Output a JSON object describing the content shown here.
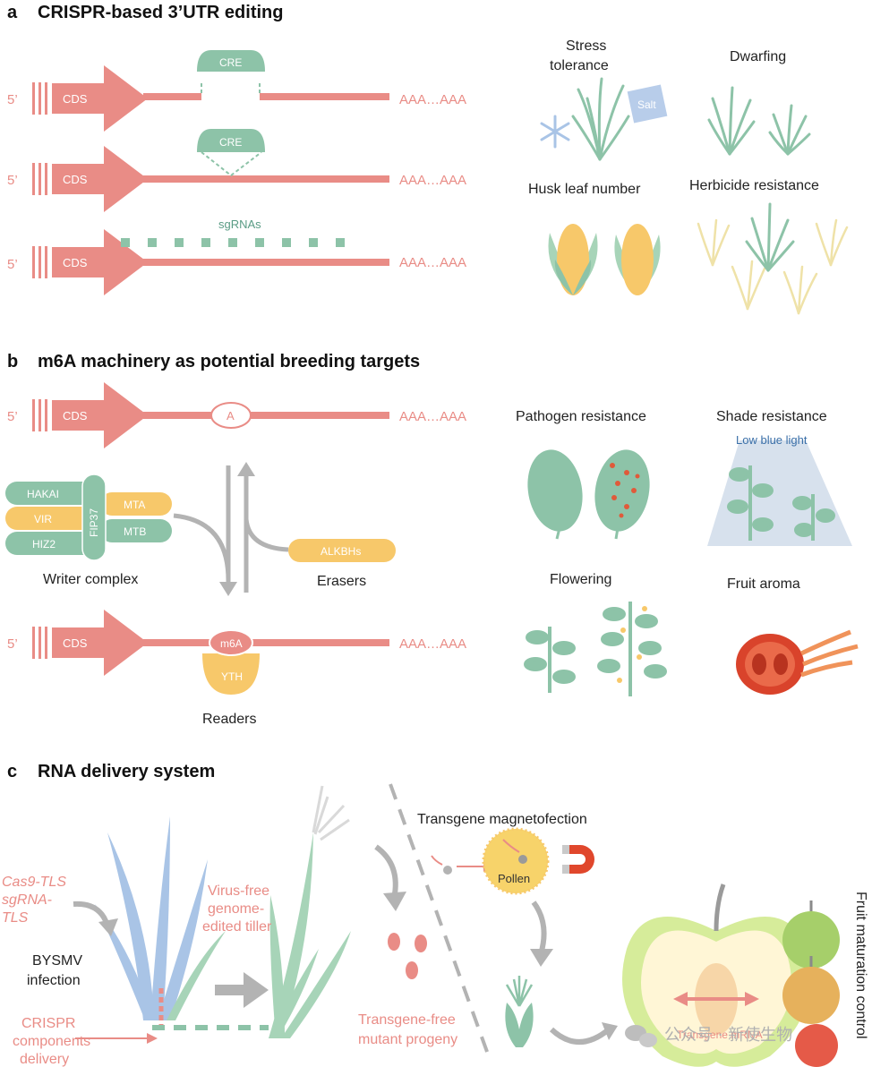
{
  "panels": {
    "a": {
      "letter": "a",
      "title": "CRISPR-based 3’UTR editing"
    },
    "b": {
      "letter": "b",
      "title": "m6A machinery as potential breeding targets"
    },
    "c": {
      "letter": "c",
      "title": "RNA delivery system"
    }
  },
  "mrna": {
    "five_prime": "5’",
    "cds": "CDS",
    "polya": "AAA…AAA"
  },
  "panel_a": {
    "cre_label": "CRE",
    "sgrna_label": "sgRNAs",
    "traits": {
      "stress_tolerance_1": "Stress",
      "stress_tolerance_2": "tolerance",
      "dwarfing": "Dwarfing",
      "husk_leaf_number": "Husk leaf number",
      "herbicide_resistance": "Herbicide resistance",
      "salt": "Salt"
    }
  },
  "panel_b": {
    "a_site": "A",
    "m6a_site": "m6A",
    "writers": [
      "HAKAI",
      "VIR",
      "HIZ2",
      "FIP37",
      "MTA",
      "MTB"
    ],
    "writer_complex": "Writer complex",
    "eraser": "ALKBHs",
    "erasers_label": "Erasers",
    "reader": "YTH",
    "readers_label": "Readers",
    "traits": {
      "pathogen_resistance": "Pathogen resistance",
      "shade_resistance": "Shade resistance",
      "low_blue_light": "Low blue light",
      "flowering": "Flowering",
      "fruit_aroma": "Fruit aroma"
    }
  },
  "panel_c": {
    "cas9_1": "Cas9-TLS",
    "cas9_2": "sgRNA-",
    "cas9_3": "TLS",
    "bysmv_1": "BYSMV",
    "bysmv_2": "infection",
    "crispr_1": "CRISPR",
    "crispr_2": "components",
    "crispr_3": "delivery",
    "virus_free_1": "Virus-free",
    "virus_free_2": "genome-",
    "virus_free_3": "edited tiller",
    "transgene_free_1": "Transgene-free",
    "transgene_free_2": "mutant progeny",
    "magnetofection": "Transgene magnetofection",
    "pollen": "Pollen",
    "transgene_mrna": "Transgene mRNA",
    "fruit_maturation": "Fruit maturation control"
  },
  "watermark": "公众号 · 新使生物",
  "colors": {
    "pink": "#e98c86",
    "teal": "#8dc3a8",
    "yellow": "#f7c86a",
    "blue": "#a9c4e6",
    "gray": "#b3b3b3"
  }
}
